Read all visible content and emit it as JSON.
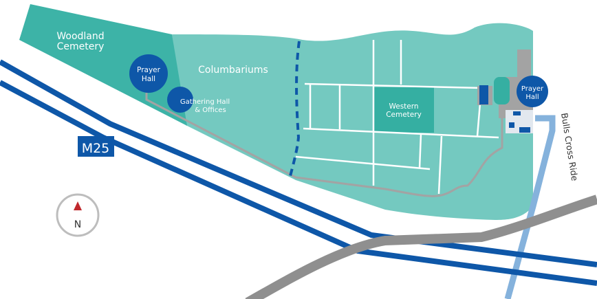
{
  "map": {
    "areas": {
      "woodland": "Woodland",
      "woodland2": "Cemetery",
      "columbariums": "Columbariums",
      "western": "Western",
      "western2": "Cemetery"
    },
    "buildings": {
      "prayer_hall_west": [
        "Prayer",
        "Hall"
      ],
      "gathering_hall": [
        "Gathering Hall",
        "& Offices"
      ],
      "prayer_hall_east": [
        "Prayer",
        "Hall"
      ]
    },
    "roads": {
      "motorway": "M25",
      "bulls_cross": "Bulls Cross Ride"
    },
    "compass": "N"
  },
  "colors": {
    "woodland": "#3db3a7",
    "main": "#74c9c0",
    "western_block": "#35afa2",
    "navy": "#0e57a8",
    "road_gray": "#9a9a9a",
    "lane_blue": "#85b2dc"
  }
}
